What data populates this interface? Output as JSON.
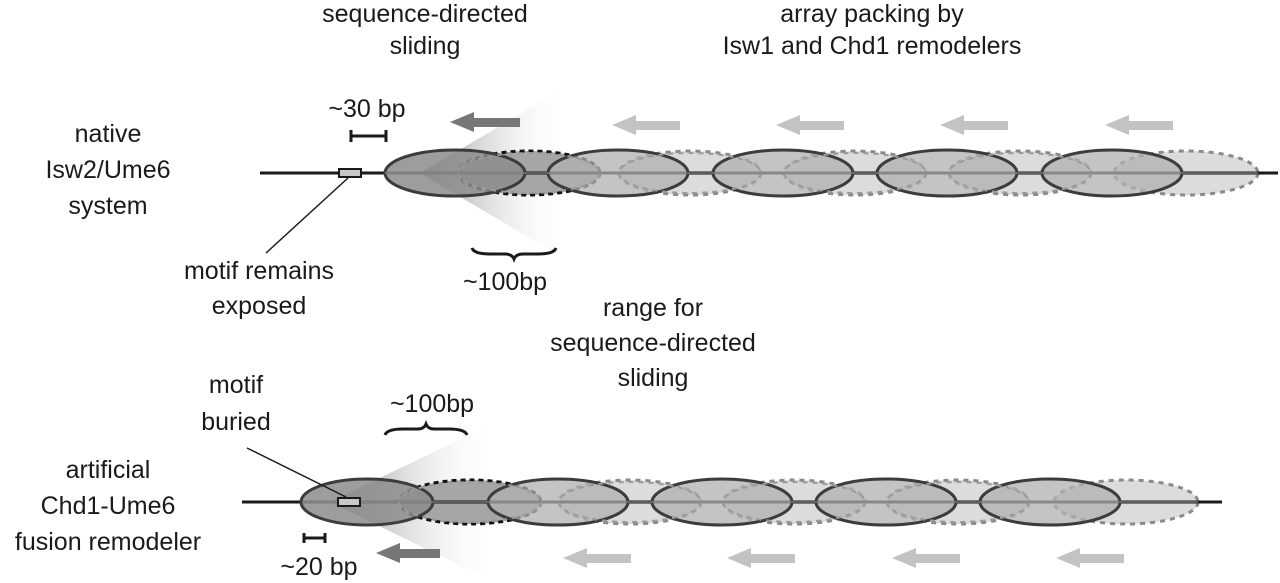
{
  "labels": {
    "top_center_line1": "sequence-directed",
    "top_center_line2": "sliding",
    "top_right_line1": "array packing by",
    "top_right_line2": "Isw1 and Chd1 remodelers",
    "native_line1": "native",
    "native_line2": "Isw2/Ume6",
    "native_line3": "system",
    "bp30": "~30 bp",
    "bp100_top": "~100bp",
    "motif_exposed_line1": "motif remains",
    "motif_exposed_line2": "exposed",
    "range_line1": "range for",
    "range_line2": "sequence-directed",
    "range_line3": "sliding",
    "motif_buried_line1": "motif",
    "motif_buried_line2": "buried",
    "bp100_bottom": "~100bp",
    "artificial_line1": "artificial",
    "artificial_line2": "Chd1-Ume6",
    "artificial_line3": "fusion remodeler",
    "bp20": "~20 bp"
  },
  "rows": [
    {
      "name": "native",
      "nucleosomes_packed": 4,
      "sliding_arrows": 1,
      "packing_arrows": 4
    },
    {
      "name": "artificial",
      "nucleosomes_packed": 4,
      "sliding_arrows": 1,
      "packing_arrows": 4
    }
  ],
  "colors": {
    "dna": "#1a1a1a",
    "nucleosome_dark": "#8c8c8c",
    "nucleosome_mid": "#b4b4b4",
    "nucleosome_light": "#dcdcdc",
    "outline": "#3c3c3c",
    "arrow_dark": "#777777",
    "arrow_light": "#c3c3c3"
  }
}
